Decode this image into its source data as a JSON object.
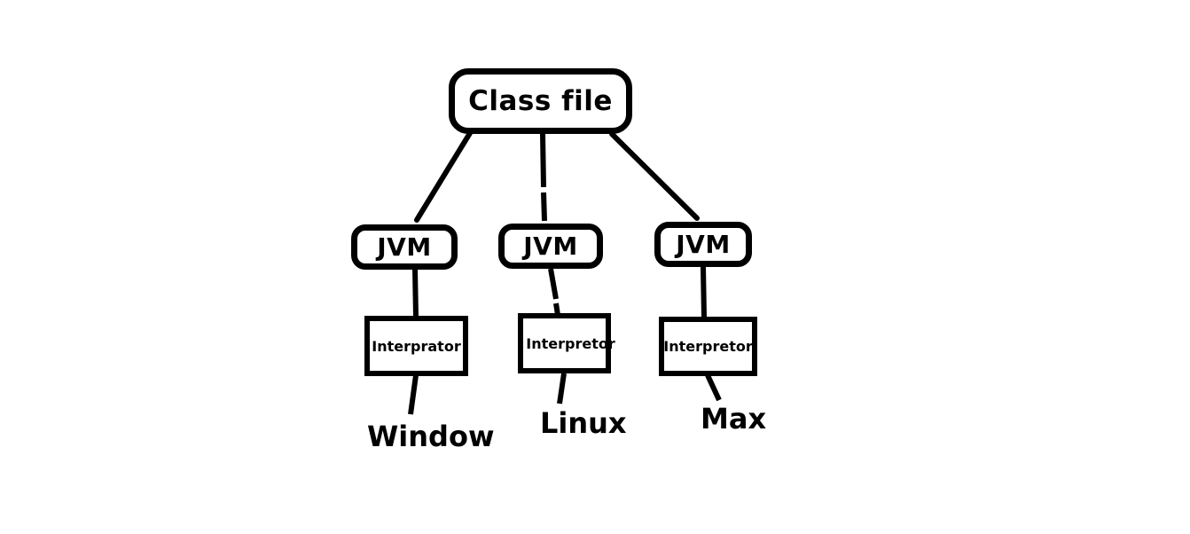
{
  "diagram": {
    "title": "Class file to JVM to Interpretor to OS",
    "type": "tree",
    "background_color": "#ffffff",
    "stroke_color": "#000000",
    "root": {
      "label": "Class file",
      "shape": "rounded-rectangle"
    },
    "branches": [
      {
        "jvm_label": "JVM",
        "interpreter_label": "Interprator",
        "os_label": "Window"
      },
      {
        "jvm_label": "JVM",
        "interpreter_label": "Interpretor",
        "os_label": "Linux"
      },
      {
        "jvm_label": "JVM",
        "interpreter_label": "Interpretor",
        "os_label": "Max"
      }
    ]
  }
}
